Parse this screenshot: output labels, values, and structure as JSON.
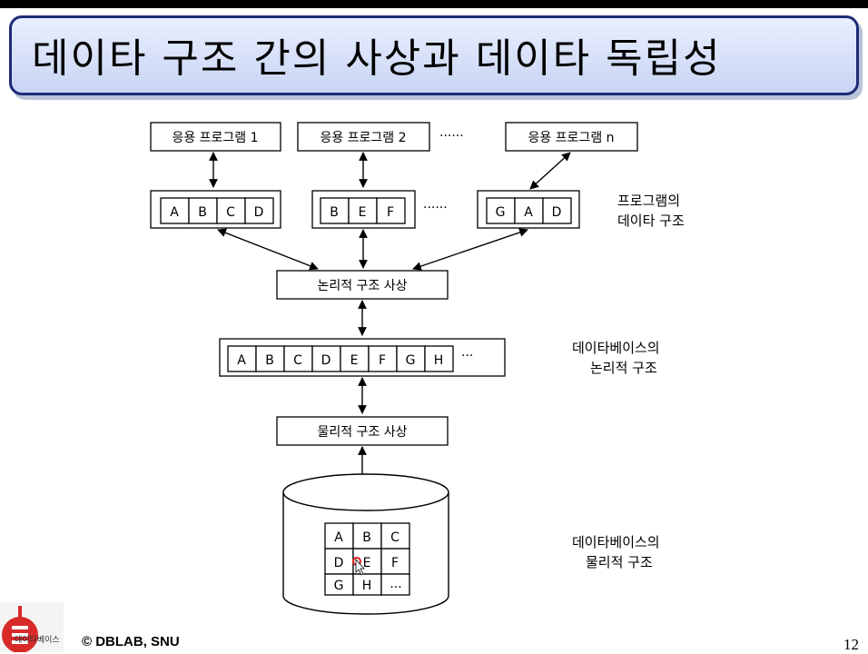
{
  "title": "데이타 구조 간의 사상과 데이타 독립성",
  "programs": [
    "응용 프로그램 1",
    "응용 프로그램 2",
    "응용 프로그램 n"
  ],
  "program_ellipsis": "......",
  "program_structs": [
    [
      "A",
      "B",
      "C",
      "D"
    ],
    [
      "B",
      "E",
      "F"
    ],
    [
      "G",
      "A",
      "D"
    ]
  ],
  "struct_ellipsis": "......",
  "side_labels": {
    "program_struct": [
      "프로그램의",
      "데이타 구조"
    ],
    "db_logical": [
      "데이타베이스의",
      "논리적 구조"
    ],
    "db_physical": [
      "데이타베이스의",
      "물리적 구조"
    ]
  },
  "logical_mapping": "논리적 구조 사상",
  "db_logical_cells": [
    "A",
    "B",
    "C",
    "D",
    "E",
    "F",
    "G",
    "H"
  ],
  "db_logical_ellipsis": "...",
  "physical_mapping": "물리적 구조 사상",
  "grid": [
    [
      "A",
      "B",
      "C"
    ],
    [
      "D",
      "E",
      "F"
    ],
    [
      "G",
      "H",
      "..."
    ]
  ],
  "footer": {
    "copyright": "© DBLAB, SNU",
    "page": "12",
    "logo_text": "데이타베이스"
  }
}
